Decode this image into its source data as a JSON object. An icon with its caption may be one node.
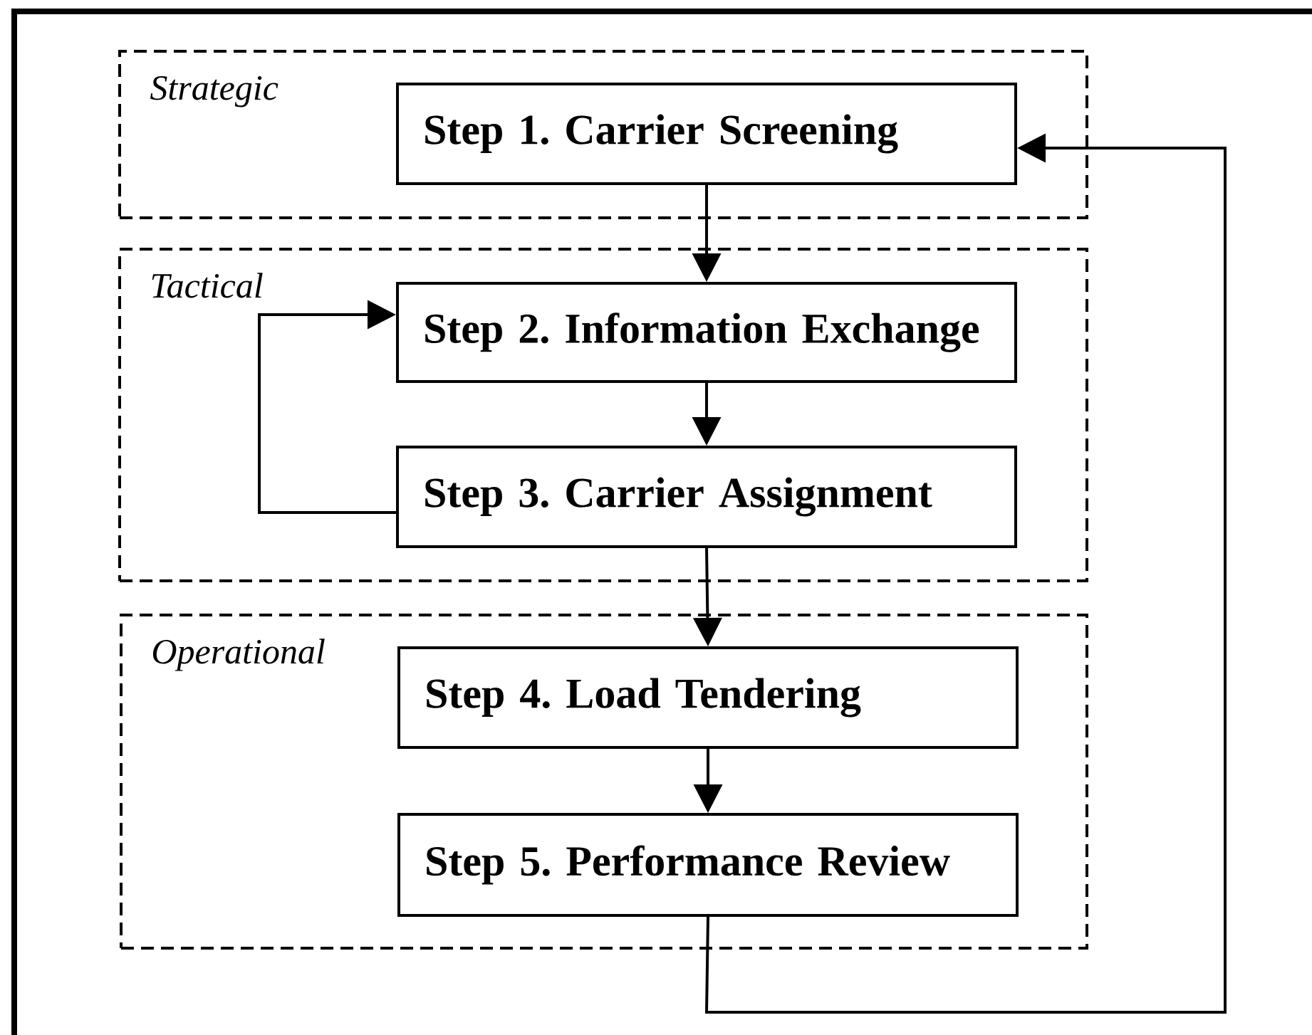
{
  "diagram": {
    "nodes": [
      {
        "text": [
          "Strategic"
        ]
      },
      {
        "text": [
          "Step 1. Carrier Screening"
        ],
        "in": 0
      },
      {
        "text": [
          "Tactical"
        ]
      },
      {
        "text": [
          "Step 2. Information Exchange"
        ],
        "in": 2
      },
      {
        "text": [
          "Step 3. Carrier Assignment"
        ],
        "in": 2
      },
      {
        "text": [
          "Operational"
        ]
      },
      {
        "text": [
          "Step 4. Load Tendering"
        ],
        "in": 5
      },
      {
        "text": [
          "Step 5. Performance Review"
        ],
        "in": 5
      }
    ],
    "edges": [
      {
        "from": 1,
        "to": 3,
        "arrow": "to"
      },
      {
        "from": 3,
        "to": 4,
        "arrow": "to"
      },
      {
        "from": 4,
        "to": 3,
        "arrow": "to"
      },
      {
        "from": 4,
        "to": 6,
        "arrow": "to"
      },
      {
        "from": 6,
        "to": 7,
        "arrow": "to"
      },
      {
        "from": 7,
        "to": 1,
        "arrow": "to"
      }
    ]
  }
}
